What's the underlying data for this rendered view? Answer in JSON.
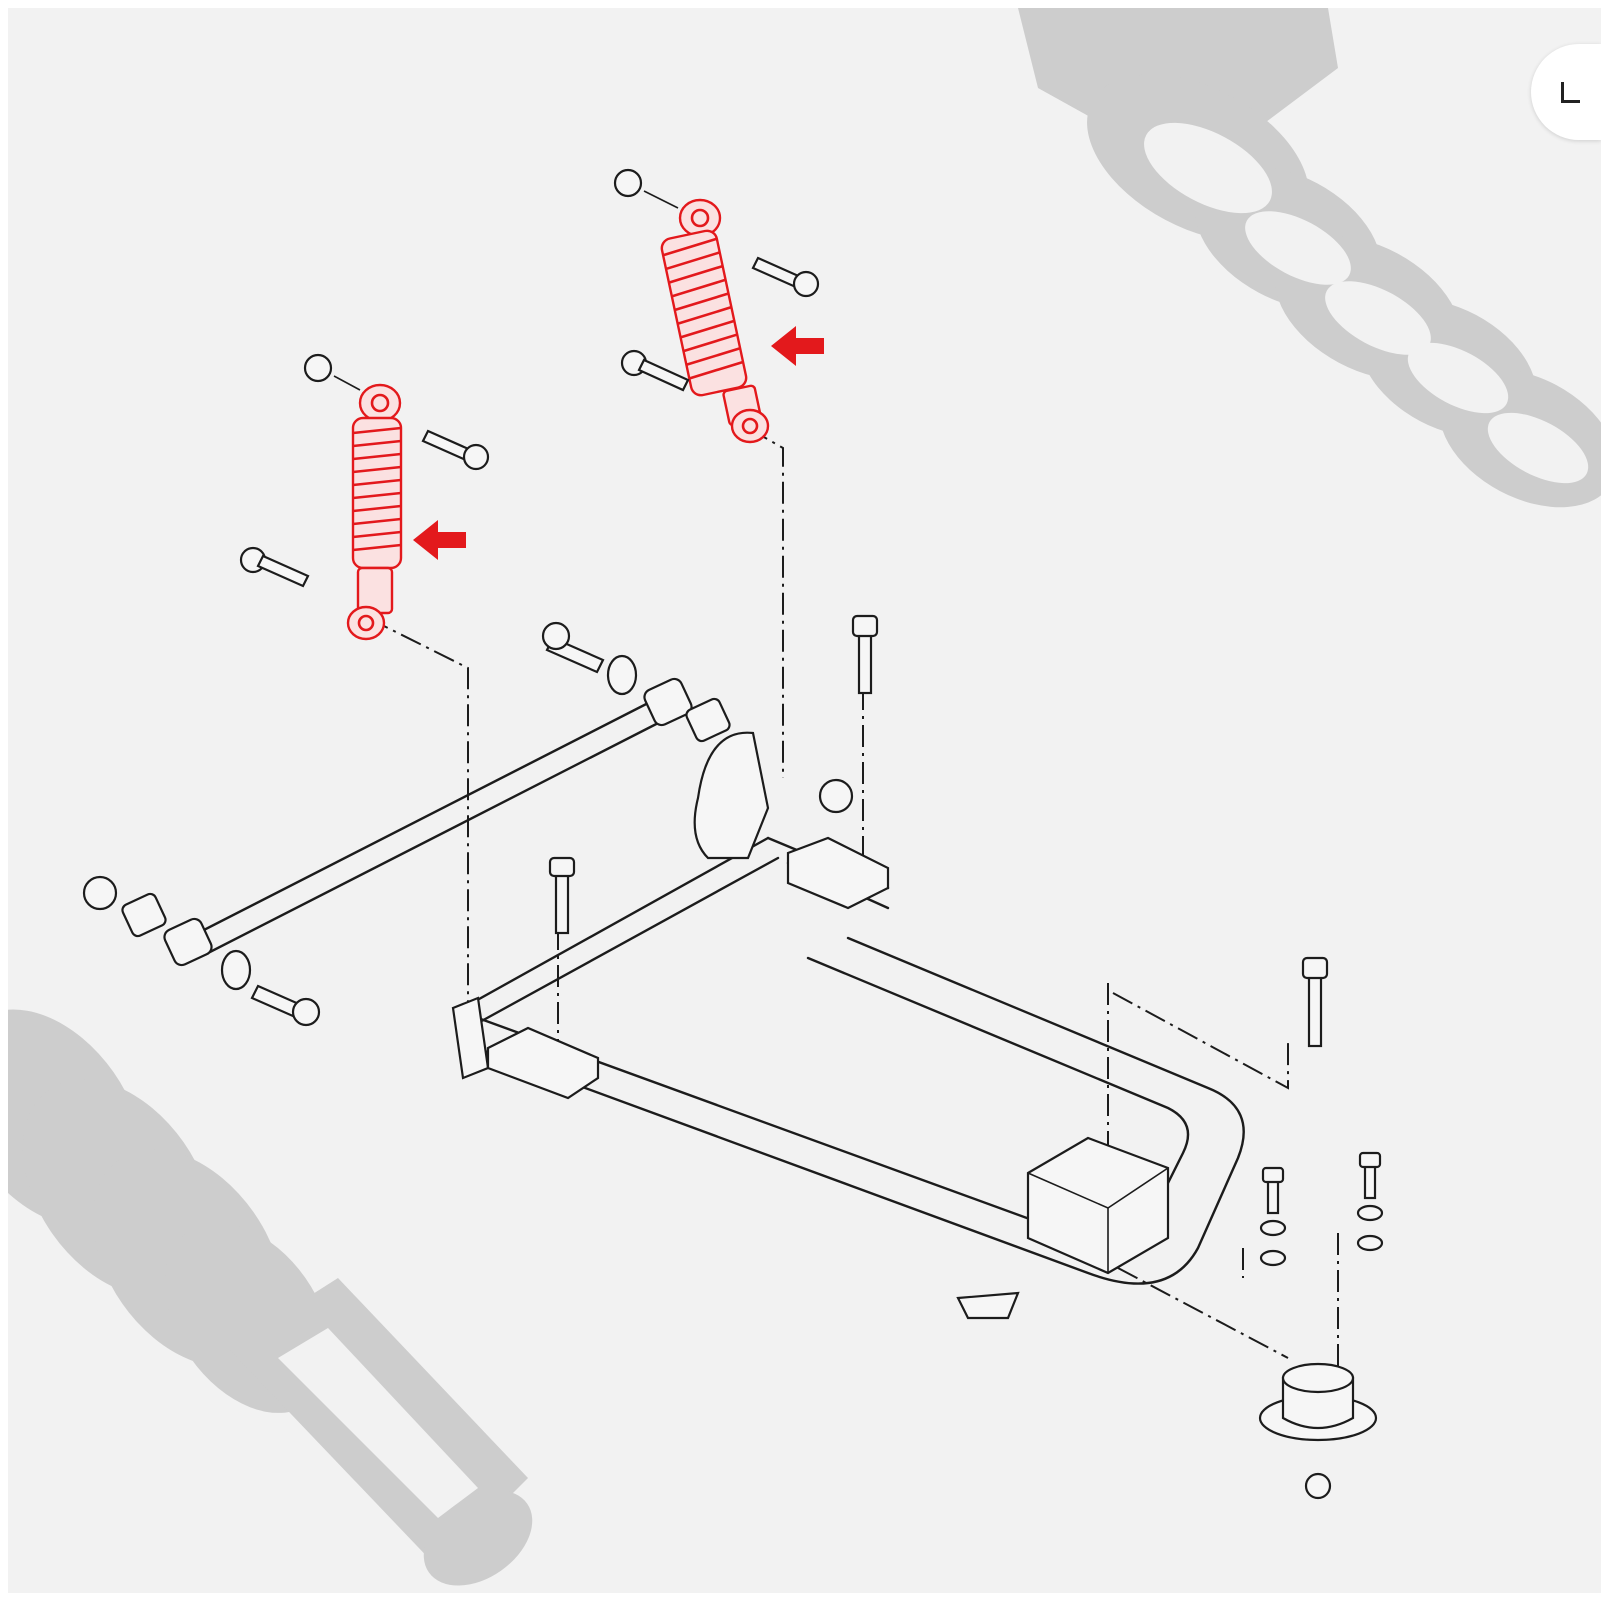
{
  "diagram": {
    "title": "",
    "highlight_color": "#e3191c",
    "line_color": "#1c1c1c",
    "background_color": "#f2f2f2",
    "ghost_color": "#c9c9c9",
    "parts": [
      {
        "name": "shock-absorber-left",
        "highlighted": true
      },
      {
        "name": "shock-absorber-right",
        "highlighted": true
      },
      {
        "name": "arrow-left",
        "highlighted": true
      },
      {
        "name": "arrow-right",
        "highlighted": true
      },
      {
        "name": "swing-arm-frame",
        "highlighted": false
      },
      {
        "name": "torsion-rod",
        "highlighted": false
      },
      {
        "name": "engine-mount",
        "highlighted": false
      }
    ]
  },
  "ui": {
    "side_chip_icon": "download-icon"
  }
}
